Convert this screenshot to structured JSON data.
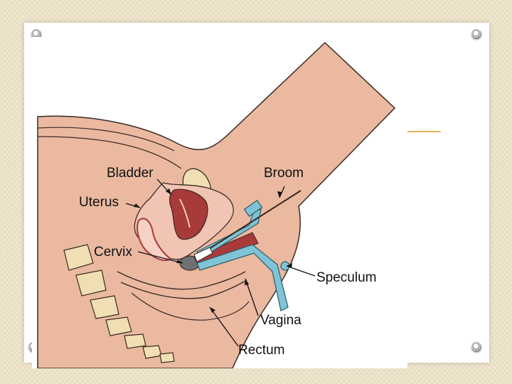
{
  "diagram": {
    "labels": {
      "bladder": "Bladder",
      "uterus": "Uterus",
      "cervix": "Cervix",
      "broom": "Broom",
      "speculum": "Speculum",
      "vagina": "Vagina",
      "rectum": "Rectum"
    },
    "colors": {
      "skin": "#eab9a0",
      "tissue": "#f1c4b4",
      "uterine_red": "#a83a3a",
      "bone": "#f1dfb4",
      "speculum": "#7fc3d6",
      "outline": "#3a2a24",
      "accent": "#e9b35e"
    }
  }
}
